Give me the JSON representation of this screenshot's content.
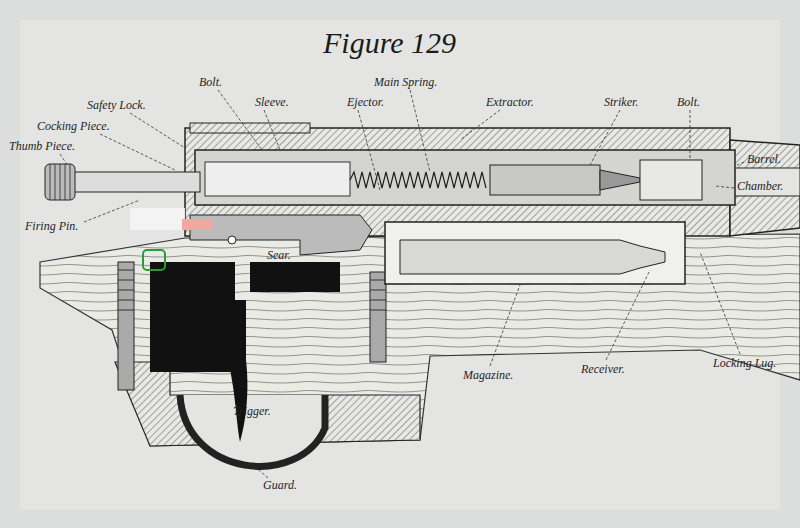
{
  "diagram": {
    "title": "Figure 129",
    "labels": [
      "Bolt.",
      "Main Spring.",
      "Sleeve.",
      "Ejector.",
      "Extractor.",
      "Striker.",
      "Bolt.",
      "Safety Lock.",
      "Cocking Piece.",
      "Thumb Piece.",
      "Barrel.",
      "Chamber.",
      "Firing Pin.",
      "Sear.",
      "Receiver.",
      "Locking Lug.",
      "Magazine.",
      "Trigger.",
      "Guard."
    ]
  }
}
